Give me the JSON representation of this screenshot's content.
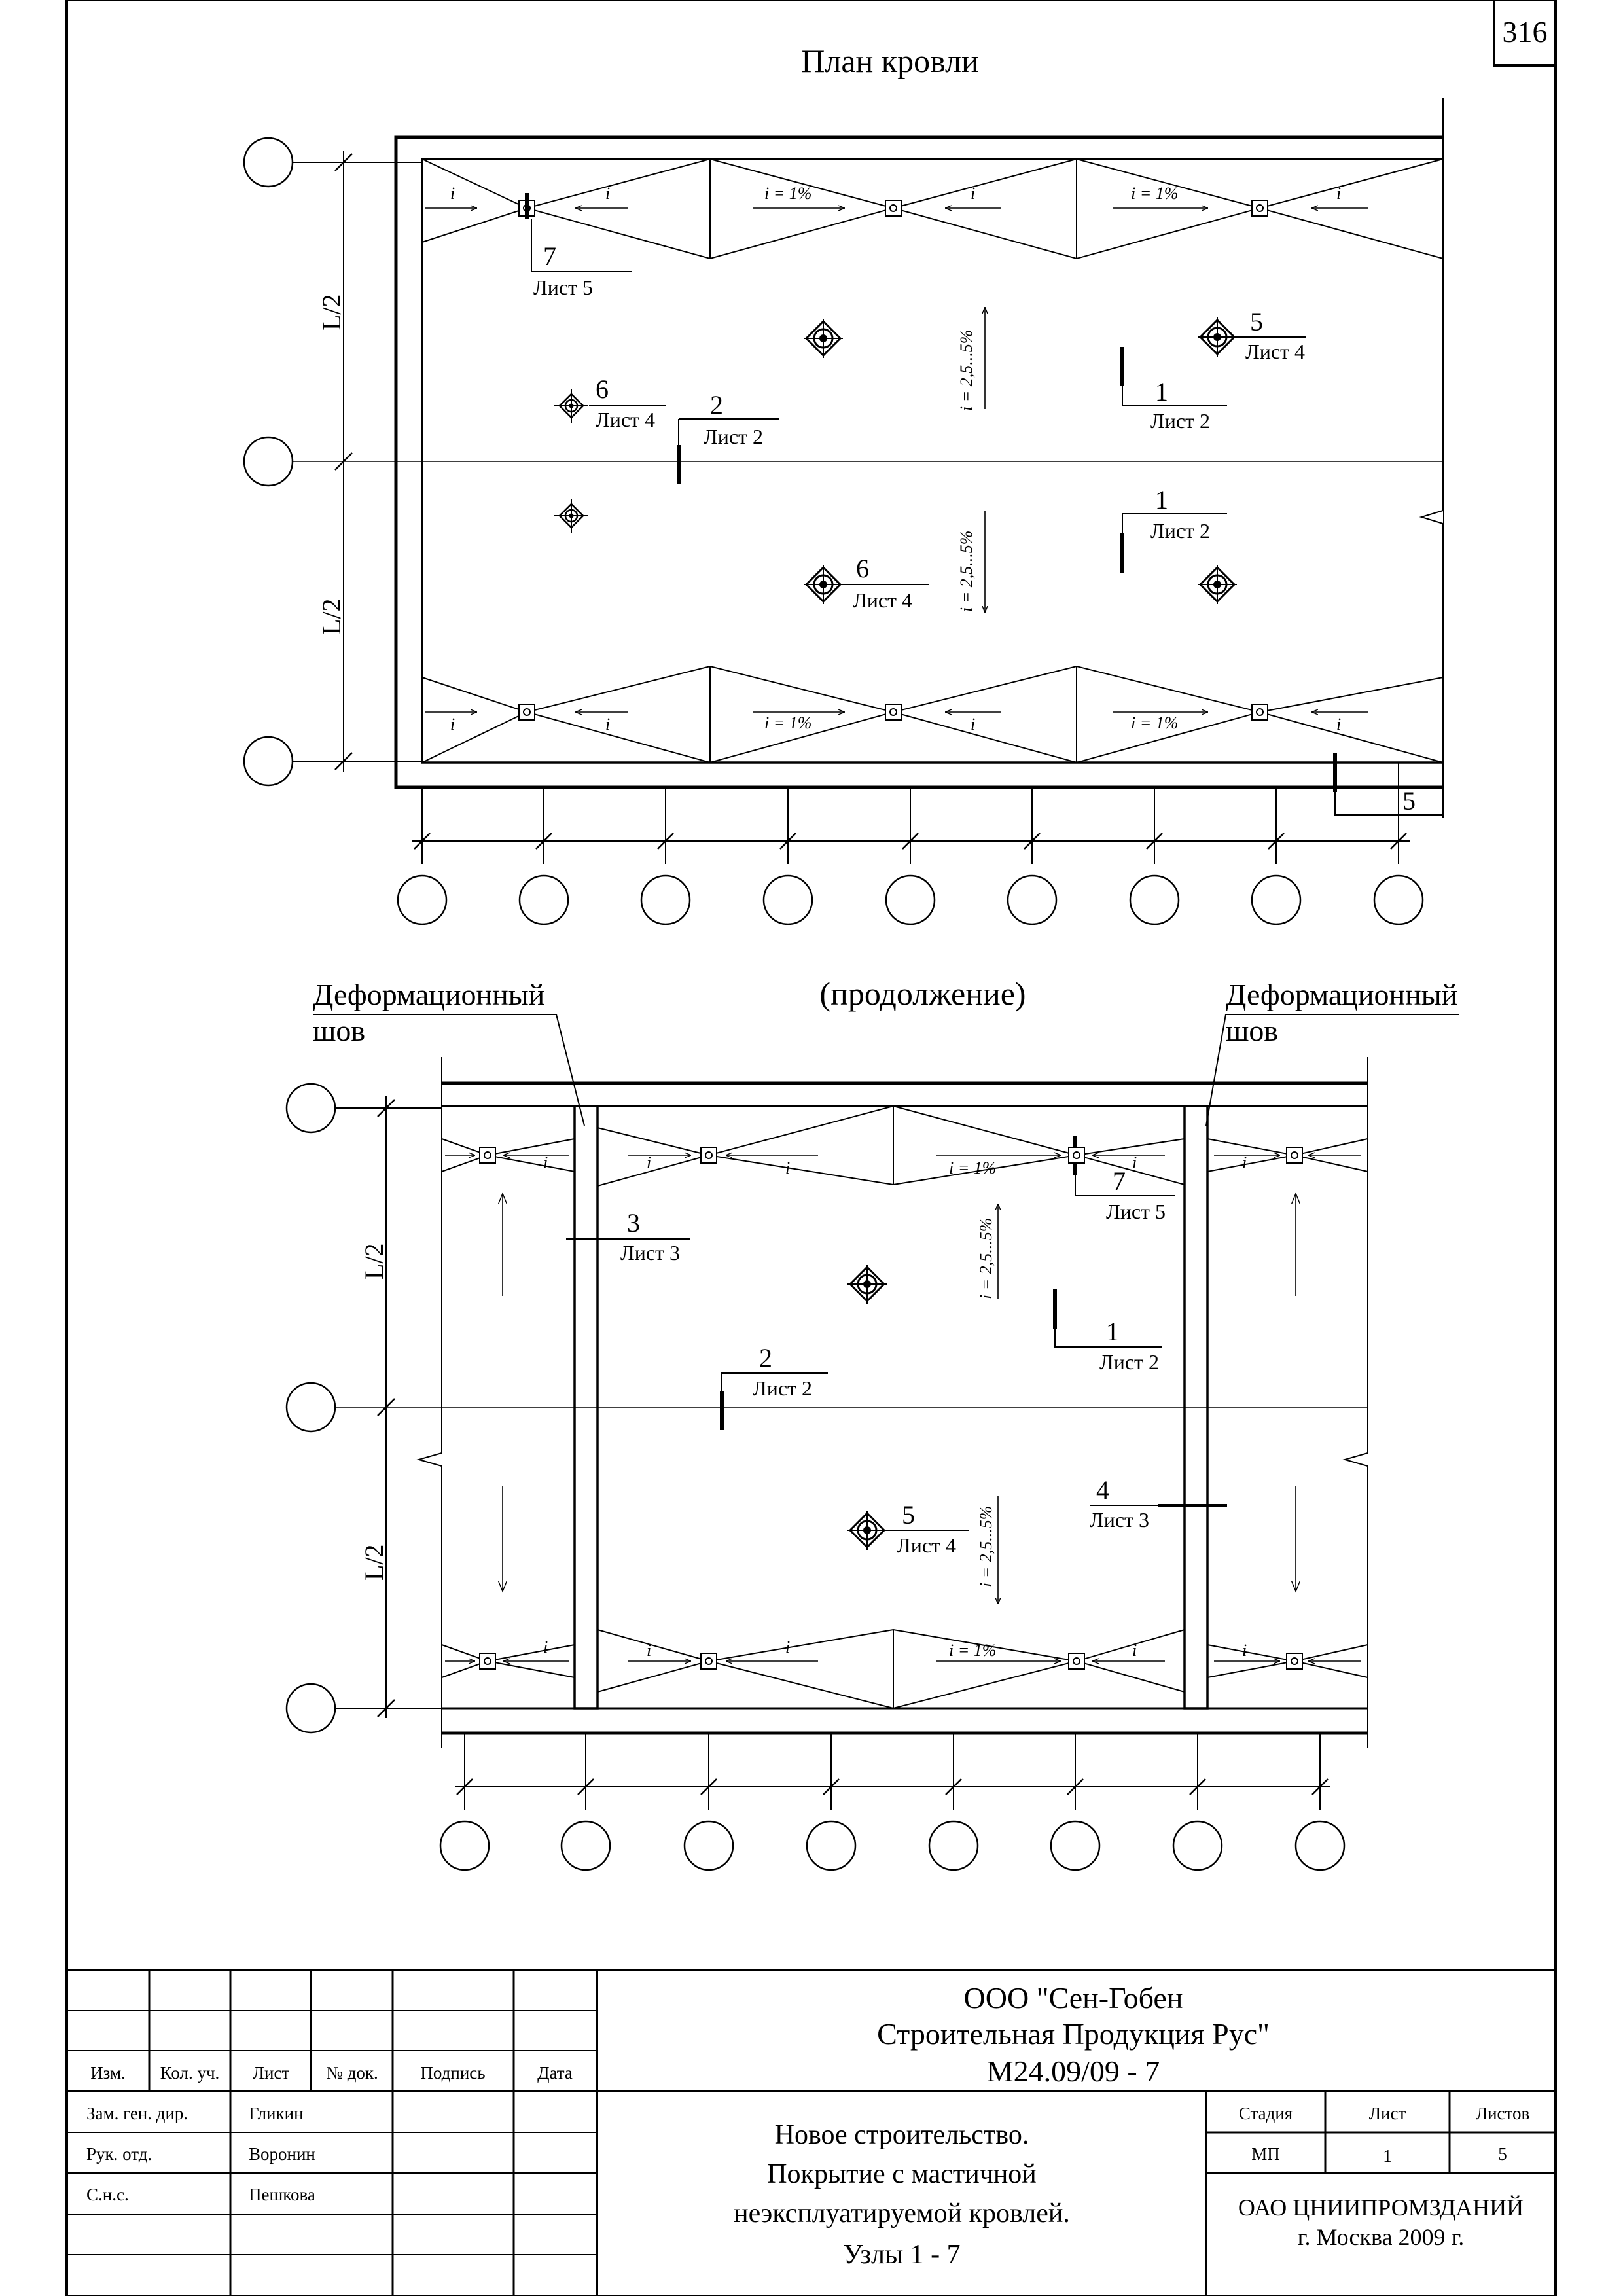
{
  "page": {
    "sheet_number": "316",
    "plan_title": "План кровли",
    "continuation_title": "(продолжение)",
    "expansion_joint_line1": "Деформационный",
    "expansion_joint_line2": "шов"
  },
  "labels": {
    "half_span": "L/2",
    "slope": "i",
    "slope_valley": "i = 1%",
    "slope_main": "i = 2,5...5%",
    "sheet2": "Лист 2",
    "sheet3": "Лист 3",
    "sheet4": "Лист 4",
    "sheet5": "Лист 5"
  },
  "marks": {
    "n1": "1",
    "n2": "2",
    "n3": "3",
    "n4": "4",
    "n5": "5",
    "n6": "6",
    "n7": "7"
  },
  "title_block": {
    "columns": [
      "Изм.",
      "Кол. уч.",
      "Лист",
      "№ док.",
      "Подпись",
      "Дата"
    ],
    "rows": [
      {
        "role": "Зам. ген. дир.",
        "name": "Гликин"
      },
      {
        "role": "Рук. отд.",
        "name": "Воронин"
      },
      {
        "role": "С.н.с.",
        "name": "Пешкова"
      }
    ],
    "org_line1": "ООО \"Сен-Гобен",
    "org_line2": "Строительная Продукция Рус\"",
    "doc_code": "М24.09/09 - 7",
    "desc_line1": "Новое строительство.",
    "desc_line2": "Покрытие с мастичной",
    "desc_line3": "неэксплуатируемой кровлей.",
    "desc_line4": "Узлы 1 - 7",
    "stage_header": "Стадия",
    "sheet_header": "Лист",
    "sheets_header": "Листов",
    "stage_value": "МП",
    "sheet_value": "1",
    "sheets_value": "5",
    "designer_line1": "ОАО ЦНИИПРОМЗДАНИЙ",
    "designer_line2": "г. Москва 2009 г."
  }
}
